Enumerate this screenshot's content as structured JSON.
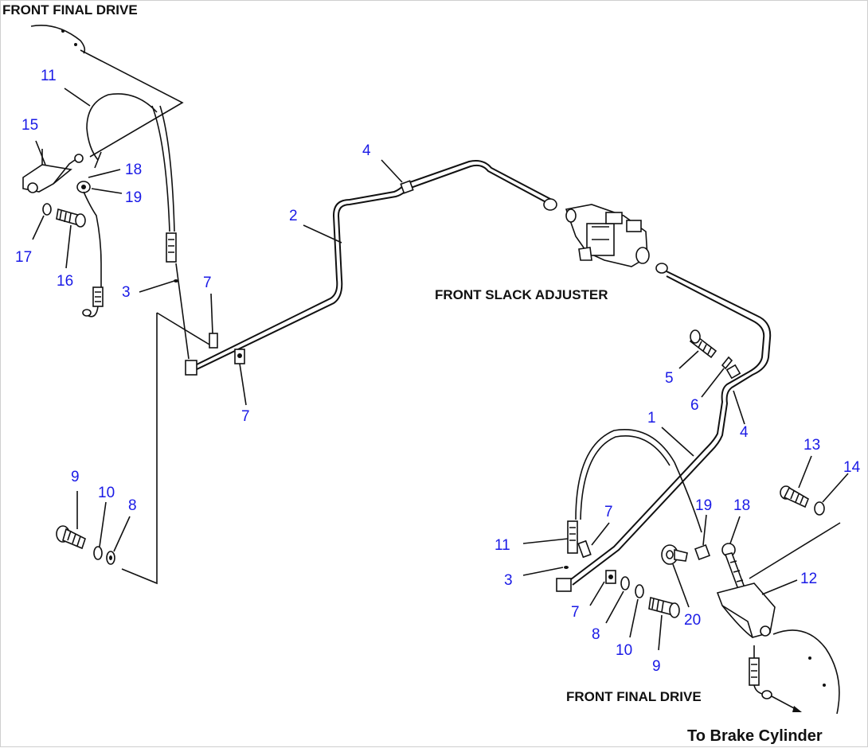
{
  "labels": {
    "front_final_drive_top": "FRONT FINAL DRIVE",
    "front_slack_adjuster": "FRONT SLACK ADJUSTER",
    "front_final_drive_bottom": "FRONT FINAL DRIVE",
    "to_brake_cylinder": "To Brake Cylinder"
  },
  "callouts": {
    "c11_top": "11",
    "c15": "15",
    "c18_top": "18",
    "c19_top": "19",
    "c17": "17",
    "c16": "16",
    "c2": "2",
    "c4_top": "4",
    "c3_top": "3",
    "c7_a": "7",
    "c7_b": "7",
    "c9_left": "9",
    "c10_left": "10",
    "c8_left": "8",
    "c5": "5",
    "c6": "6",
    "c4_right": "4",
    "c1": "1",
    "c13": "13",
    "c14": "14",
    "c11_bottom": "11",
    "c7_c": "7",
    "c19_bottom": "19",
    "c18_bottom": "18",
    "c3_bottom": "3",
    "c12": "12",
    "c7_d": "7",
    "c8_bottom": "8",
    "c10_bottom": "10",
    "c20": "20",
    "c9_bottom": "9"
  },
  "colors": {
    "callout": "#1a1ae6",
    "line": "#111111",
    "text": "#111111"
  }
}
